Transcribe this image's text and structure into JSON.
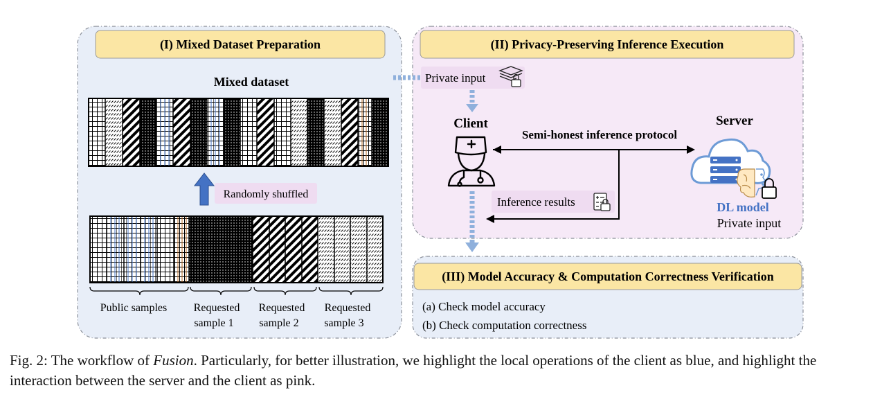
{
  "panels": {
    "dataset_prep": {
      "title": "(I) Mixed Dataset Preparation",
      "mixed_dataset_label": "Mixed dataset",
      "shuffle_label": "Randomly shuffled",
      "groups": [
        {
          "line1": "Public samples",
          "line2": ""
        },
        {
          "line1": "Requested",
          "line2": "sample 1"
        },
        {
          "line1": "Requested",
          "line2": "sample 2"
        },
        {
          "line1": "Requested",
          "line2": "sample 3"
        }
      ]
    },
    "inference": {
      "title": "(II) Privacy-Preserving Inference Execution",
      "private_input_label": "Private input",
      "client_label": "Client",
      "server_label": "Server",
      "protocol_label": "Semi-honest inference protocol",
      "results_label": "Inference results",
      "model_label": "DL model",
      "model_private_label": "Private input"
    },
    "verification": {
      "title": "(III) Model Accuracy & Computation Correctness Verification",
      "items": [
        "(a) Check model accuracy",
        "(b) Check computation correctness"
      ]
    }
  },
  "caption": {
    "prefix": "Fig. 2: The workflow of ",
    "emphasis": "Fusion",
    "suffix": ". Particularly, for better illustration, we highlight the local operations of the client as blue, and highlight the interaction between the server and the client as pink."
  },
  "colors": {
    "blue_panel": "#e8eef8",
    "pink_panel": "#f6e9f7",
    "title_box": "#fbe6a4",
    "label_pink": "#efdcf1",
    "accent_blue": "#4472c4",
    "sample_blue": "#3f6fc0",
    "sample_orange": "#b5651d"
  }
}
